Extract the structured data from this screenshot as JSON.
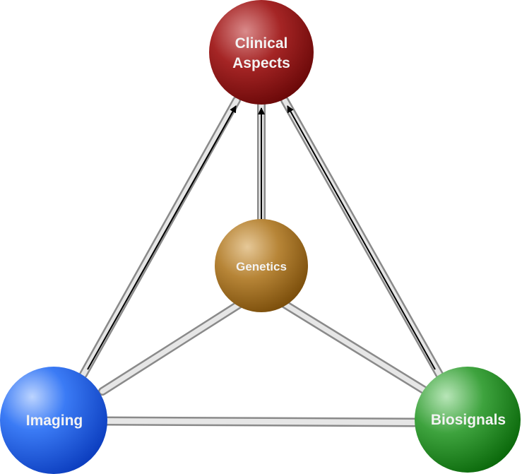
{
  "nodes": {
    "clinical": {
      "line1": "Clinical",
      "line2": "Aspects"
    },
    "genetics": {
      "label": "Genetics"
    },
    "imaging": {
      "label": "Imaging"
    },
    "biosignals": {
      "label": "Biosignals"
    }
  },
  "colors": {
    "clinical": "#9b1a1a",
    "genetics": "#a8761e",
    "imaging": "#1a5fe6",
    "biosignals": "#1f8a1f",
    "connector_outer": "#8a8a8a",
    "connector_inner": "#e2e2e2",
    "arrow": "#000000"
  }
}
